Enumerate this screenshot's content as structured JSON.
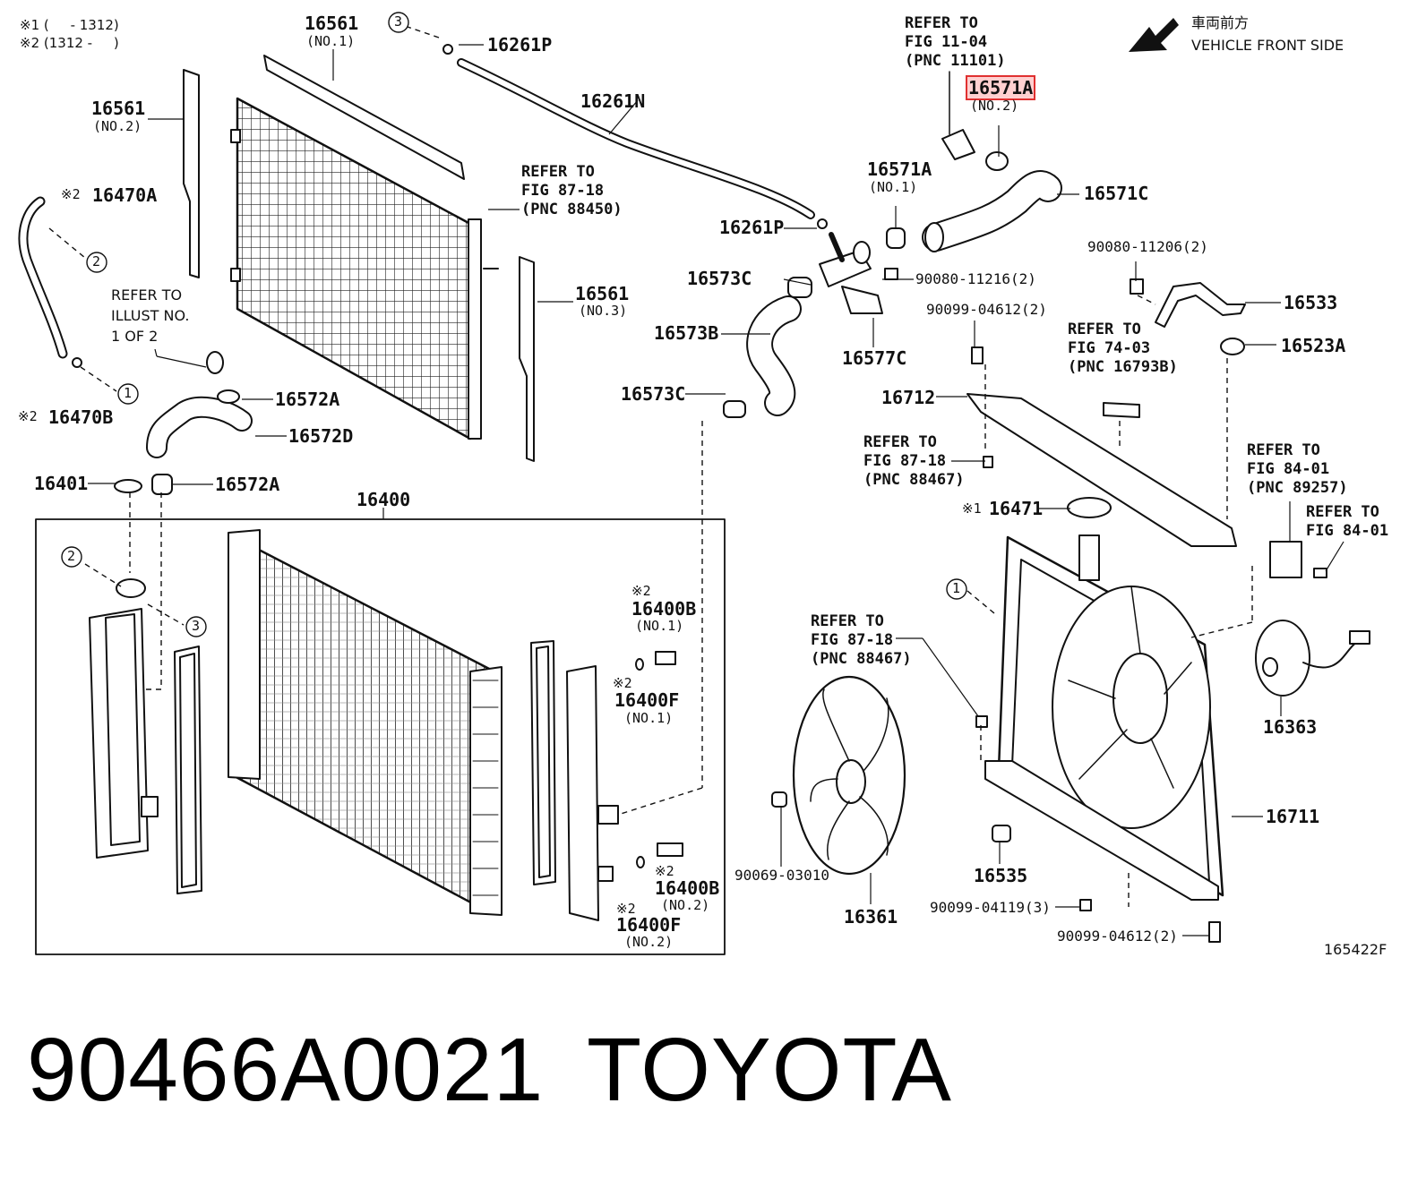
{
  "legend": {
    "note1": "※1 (     - 1312)",
    "note2": "※2 (1312 -     )"
  },
  "vehicle_front": {
    "jp": "車両前方",
    "en": "VEHICLE FRONT SIDE"
  },
  "callouts": [
    "1",
    "2",
    "3"
  ],
  "parts": [
    {
      "pn": "16561",
      "sub": "(NO.1)"
    },
    {
      "pn": "16561",
      "sub": "(NO.2)"
    },
    {
      "pn": "16561",
      "sub": "(NO.3)"
    },
    {
      "pn": "16261P"
    },
    {
      "pn": "16261N"
    },
    {
      "pn": "16261P"
    },
    {
      "pn": "16470A",
      "mark": "※2"
    },
    {
      "pn": "16470B",
      "mark": "※2"
    },
    {
      "pn": "16572A"
    },
    {
      "pn": "16572D"
    },
    {
      "pn": "16401"
    },
    {
      "pn": "16572A"
    },
    {
      "pn": "16400"
    },
    {
      "pn": "16571A",
      "sub": "(NO.2)",
      "highlight": true
    },
    {
      "pn": "16571A",
      "sub": "(NO.1)"
    },
    {
      "pn": "16571C"
    },
    {
      "pn": "16573C"
    },
    {
      "pn": "16573B"
    },
    {
      "pn": "16573C"
    },
    {
      "pn": "16577C"
    },
    {
      "pn": "90080-11216(2)"
    },
    {
      "pn": "90080-11206(2)"
    },
    {
      "pn": "16533"
    },
    {
      "pn": "90099-04612(2)"
    },
    {
      "pn": "16523A"
    },
    {
      "pn": "16712"
    },
    {
      "pn": "16471",
      "mark": "※1"
    },
    {
      "pn": "16363"
    },
    {
      "pn": "16711"
    },
    {
      "pn": "16535"
    },
    {
      "pn": "16361"
    },
    {
      "pn": "90069-03010"
    },
    {
      "pn": "90099-04119(3)"
    },
    {
      "pn": "90099-04612(2)"
    },
    {
      "pn": "16400B",
      "sub": "(NO.1)",
      "mark": "※2"
    },
    {
      "pn": "16400F",
      "sub": "(NO.1)",
      "mark": "※2"
    },
    {
      "pn": "16400B",
      "sub": "(NO.2)",
      "mark": "※2"
    },
    {
      "pn": "16400F",
      "sub": "(NO.2)",
      "mark": "※2"
    }
  ],
  "refs": [
    {
      "text": "REFER TO\nFIG 11-04\n(PNC 11101)"
    },
    {
      "text": "REFER TO\nFIG 87-18\n(PNC 88450)"
    },
    {
      "text": "REFER TO\nILLUST NO.\n1 OF 2"
    },
    {
      "text": "REFER TO\nFIG 74-03\n(PNC 16793B)"
    },
    {
      "text": "REFER TO\nFIG 87-18\n(PNC 88467)"
    },
    {
      "text": "REFER TO\nFIG 84-01\n(PNC 89257)"
    },
    {
      "text": "REFER TO\nFIG 84-01"
    },
    {
      "text": "REFER TO\nFIG 87-18\n(PNC 88467)"
    }
  ],
  "figure_code": "165422F",
  "caption": {
    "part_number": "90466A0021",
    "brand": "TOYOTA"
  }
}
